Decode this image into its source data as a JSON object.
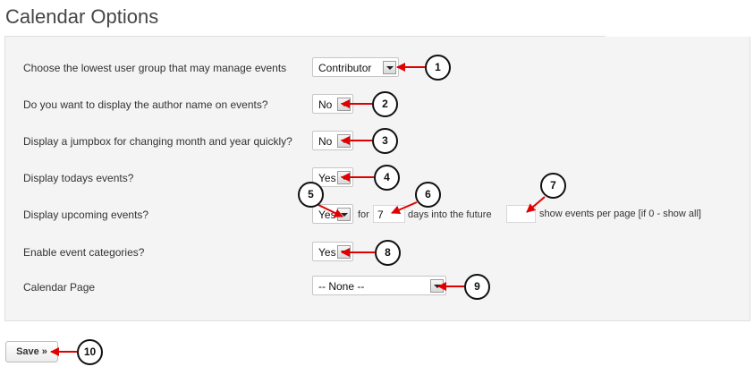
{
  "page": {
    "title": "Calendar Options"
  },
  "rows": {
    "manage_group": {
      "label": "Choose the lowest user group that may manage events",
      "value": "Contributor"
    },
    "author_name": {
      "label": "Do you want to display the author name on events?",
      "value": "No"
    },
    "jumpbox": {
      "label": "Display a jumpbox for changing month and year quickly?",
      "value": "No"
    },
    "todays_events": {
      "label": "Display todays events?",
      "value": "Yes"
    },
    "upcoming": {
      "label": "Display upcoming events?",
      "value": "Yes",
      "for_text": "for",
      "days_value": "7",
      "days_suffix": "days into the future",
      "per_page_value": "",
      "per_page_suffix": "show events per page [if 0 - show all]"
    },
    "categories": {
      "label": "Enable event categories?",
      "value": "Yes"
    },
    "calendar_page": {
      "label": "Calendar Page",
      "value": "-- None --"
    }
  },
  "save": {
    "label": "Save »"
  },
  "callouts": [
    "1",
    "2",
    "3",
    "4",
    "5",
    "6",
    "7",
    "8",
    "9",
    "10"
  ],
  "colors": {
    "arrow": "#e00000",
    "panel": "#f4f4f4",
    "title": "#464646"
  }
}
